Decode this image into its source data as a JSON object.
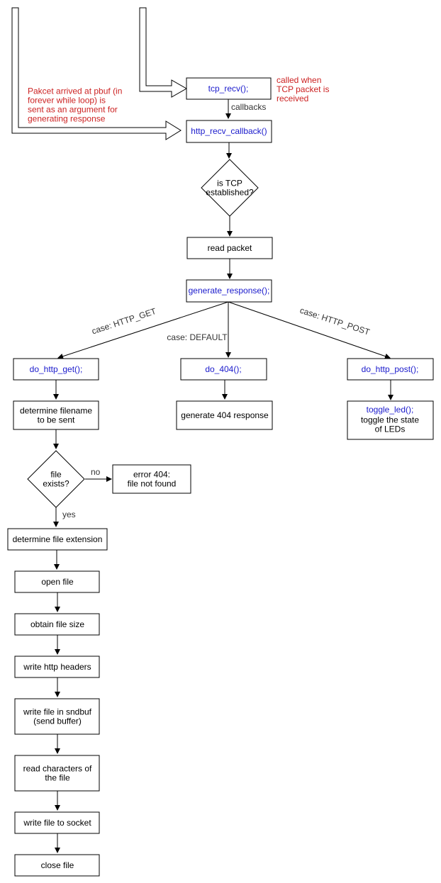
{
  "colors": {
    "line": "#000000",
    "func": "#1a1acc",
    "note": "#cc2222",
    "label": "#333333",
    "bg": "#ffffff"
  },
  "notes": {
    "tcp_recv": [
      "called when",
      "TCP packet is",
      "received"
    ],
    "pbuf": [
      "Pakcet arrived at pbuf (in",
      "forever while loop) is",
      "sent as an argument for",
      "generating response"
    ]
  },
  "nodes": {
    "tcp_recv": [
      "tcp_recv();"
    ],
    "http_recv_callback": [
      "http_recv_callback()"
    ],
    "is_tcp_established": [
      "is TCP",
      "established?"
    ],
    "read_packet": [
      "read packet"
    ],
    "generate_response": [
      "generate_response();"
    ],
    "do_http_get": [
      "do_http_get();"
    ],
    "do_404": [
      "do_404();"
    ],
    "do_http_post": [
      "do_http_post();"
    ],
    "determine_filename": [
      "determine filename",
      "to be sent"
    ],
    "generate_404": [
      "generate 404 response"
    ],
    "toggle_led_func": [
      "toggle_led();"
    ],
    "toggle_led_desc": [
      "toggle the state",
      "of LEDs"
    ],
    "file_exists": [
      "file",
      "exists?"
    ],
    "error_404": [
      "error 404:",
      "file not found"
    ],
    "determine_extension": [
      "determine file extension"
    ],
    "open_file": [
      "open file"
    ],
    "obtain_size": [
      "obtain file size"
    ],
    "write_headers": [
      "write http  headers"
    ],
    "write_sndbuf": [
      "write file in sndbuf",
      "(send buffer)"
    ],
    "read_chars": [
      "read characters of",
      "the file"
    ],
    "write_socket": [
      "write file to socket"
    ],
    "close_file": [
      "close file"
    ]
  },
  "edge_labels": {
    "callbacks": "callbacks",
    "case_get": "case: HTTP_GET",
    "case_default": "case: DEFAULT",
    "case_post": "case: HTTP_POST",
    "no": "no",
    "yes": "yes"
  }
}
